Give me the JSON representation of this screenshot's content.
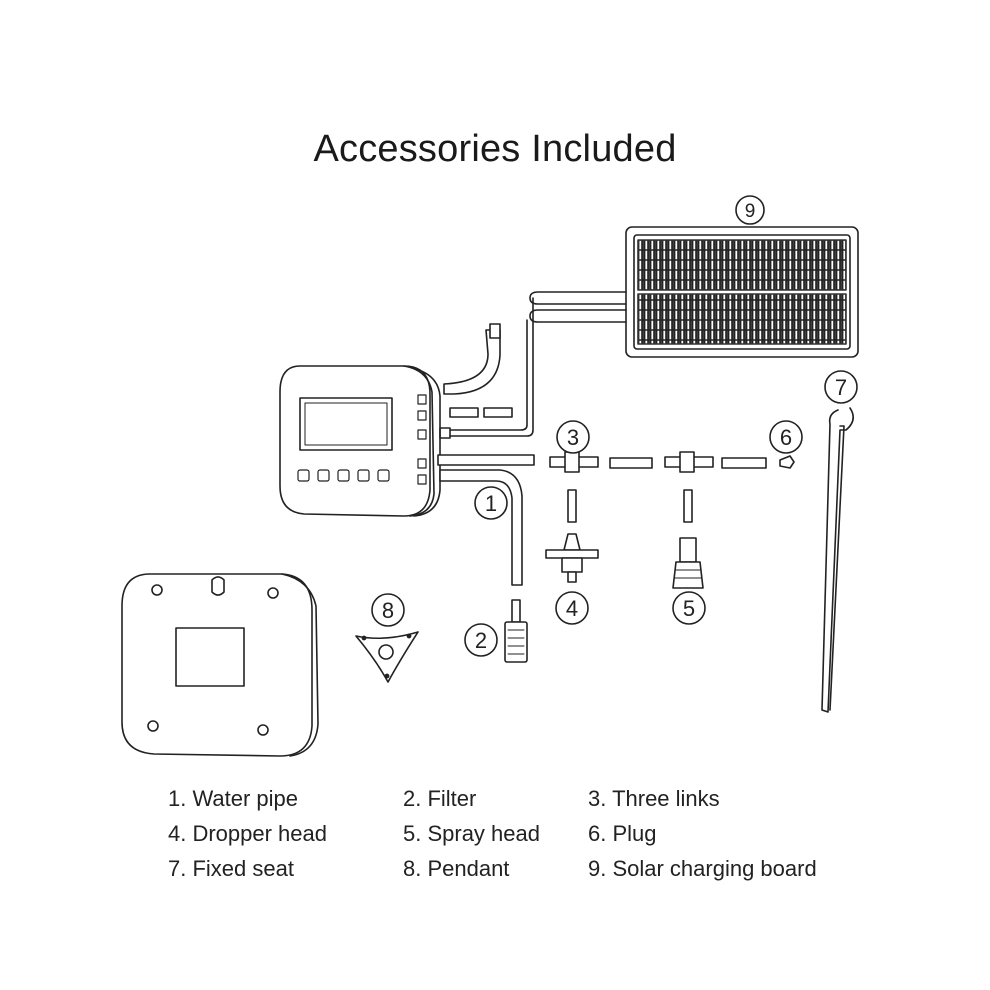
{
  "title": "Accessories Included",
  "callouts": [
    "1",
    "2",
    "3",
    "4",
    "5",
    "6",
    "7",
    "8",
    "9"
  ],
  "legend": [
    "1. Water pipe",
    "2. Filter",
    "3. Three links",
    "4. Dropper head",
    "5. Spray head",
    "6. Plug",
    "7. Fixed seat",
    "8. Pendant",
    "9. Solar charging board"
  ]
}
